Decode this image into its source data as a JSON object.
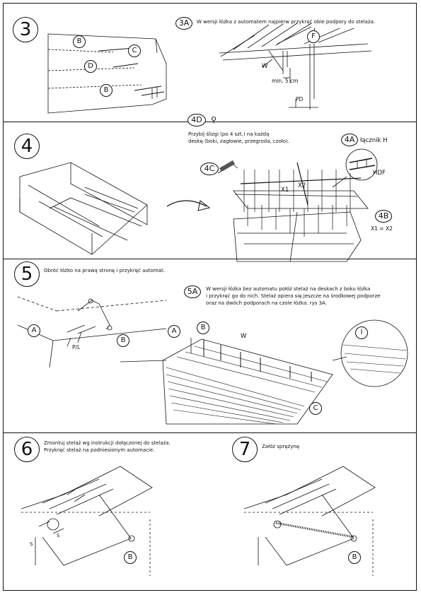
{
  "steps": {
    "s3": {
      "number": "3",
      "callouts": {
        "b1": "B",
        "c": "C",
        "d": "D",
        "b2": "B"
      }
    },
    "s3a": {
      "badge": "3A",
      "text": "W wersji łóżka z automatem najpierw przykręć obie podpory do stelaża.",
      "labels": {
        "f": "F",
        "w": "W",
        "min": "min. 5 cm",
        "pd": "PD"
      }
    },
    "s4": {
      "number": "4"
    },
    "s4d": {
      "badge": "4D",
      "line1": "Przybij ślizgi (po 4 szt.) na każdą",
      "line2": "deskę (boki, zagłowie, przegroda, czoło)."
    },
    "s4a": {
      "badge": "4A",
      "label": "łącznik H",
      "hdf": "HDF"
    },
    "s4c": {
      "badge": "4C",
      "x1": "X1",
      "x2": "X2"
    },
    "s4b": {
      "badge": "4B",
      "eq": "X1 = X2"
    },
    "s5": {
      "number": "5",
      "text": "Obróć łóżko na prawą stronę i przykręć automat.",
      "callouts": {
        "a": "A",
        "b": "B"
      },
      "pl": "P/L"
    },
    "s5a": {
      "badge": "5A",
      "line1": "W wersji łóżka bez automatu połóż stelaż na deskach z boku łóżka",
      "line2": "i przykręć go do nich. Stelaż opiera się jeszcze na środkowej podporze",
      "line3": "oraz na dwóch podporach na czole łóżka. rys 3A.",
      "callouts": {
        "a": "A",
        "b": "B",
        "c": "C",
        "i": "I"
      },
      "w": "W"
    },
    "s6": {
      "number": "6",
      "line1": "Zmontuj stelaż wg instrukcji dołączonej do stelaża.",
      "line2": "Przykręć stelaż na podniesionym automacie.",
      "s_left": "S",
      "s_right": "S",
      "callout_b": "B"
    },
    "s7": {
      "number": "7",
      "text": "Załóż sprężynę",
      "callout_b": "B"
    }
  }
}
